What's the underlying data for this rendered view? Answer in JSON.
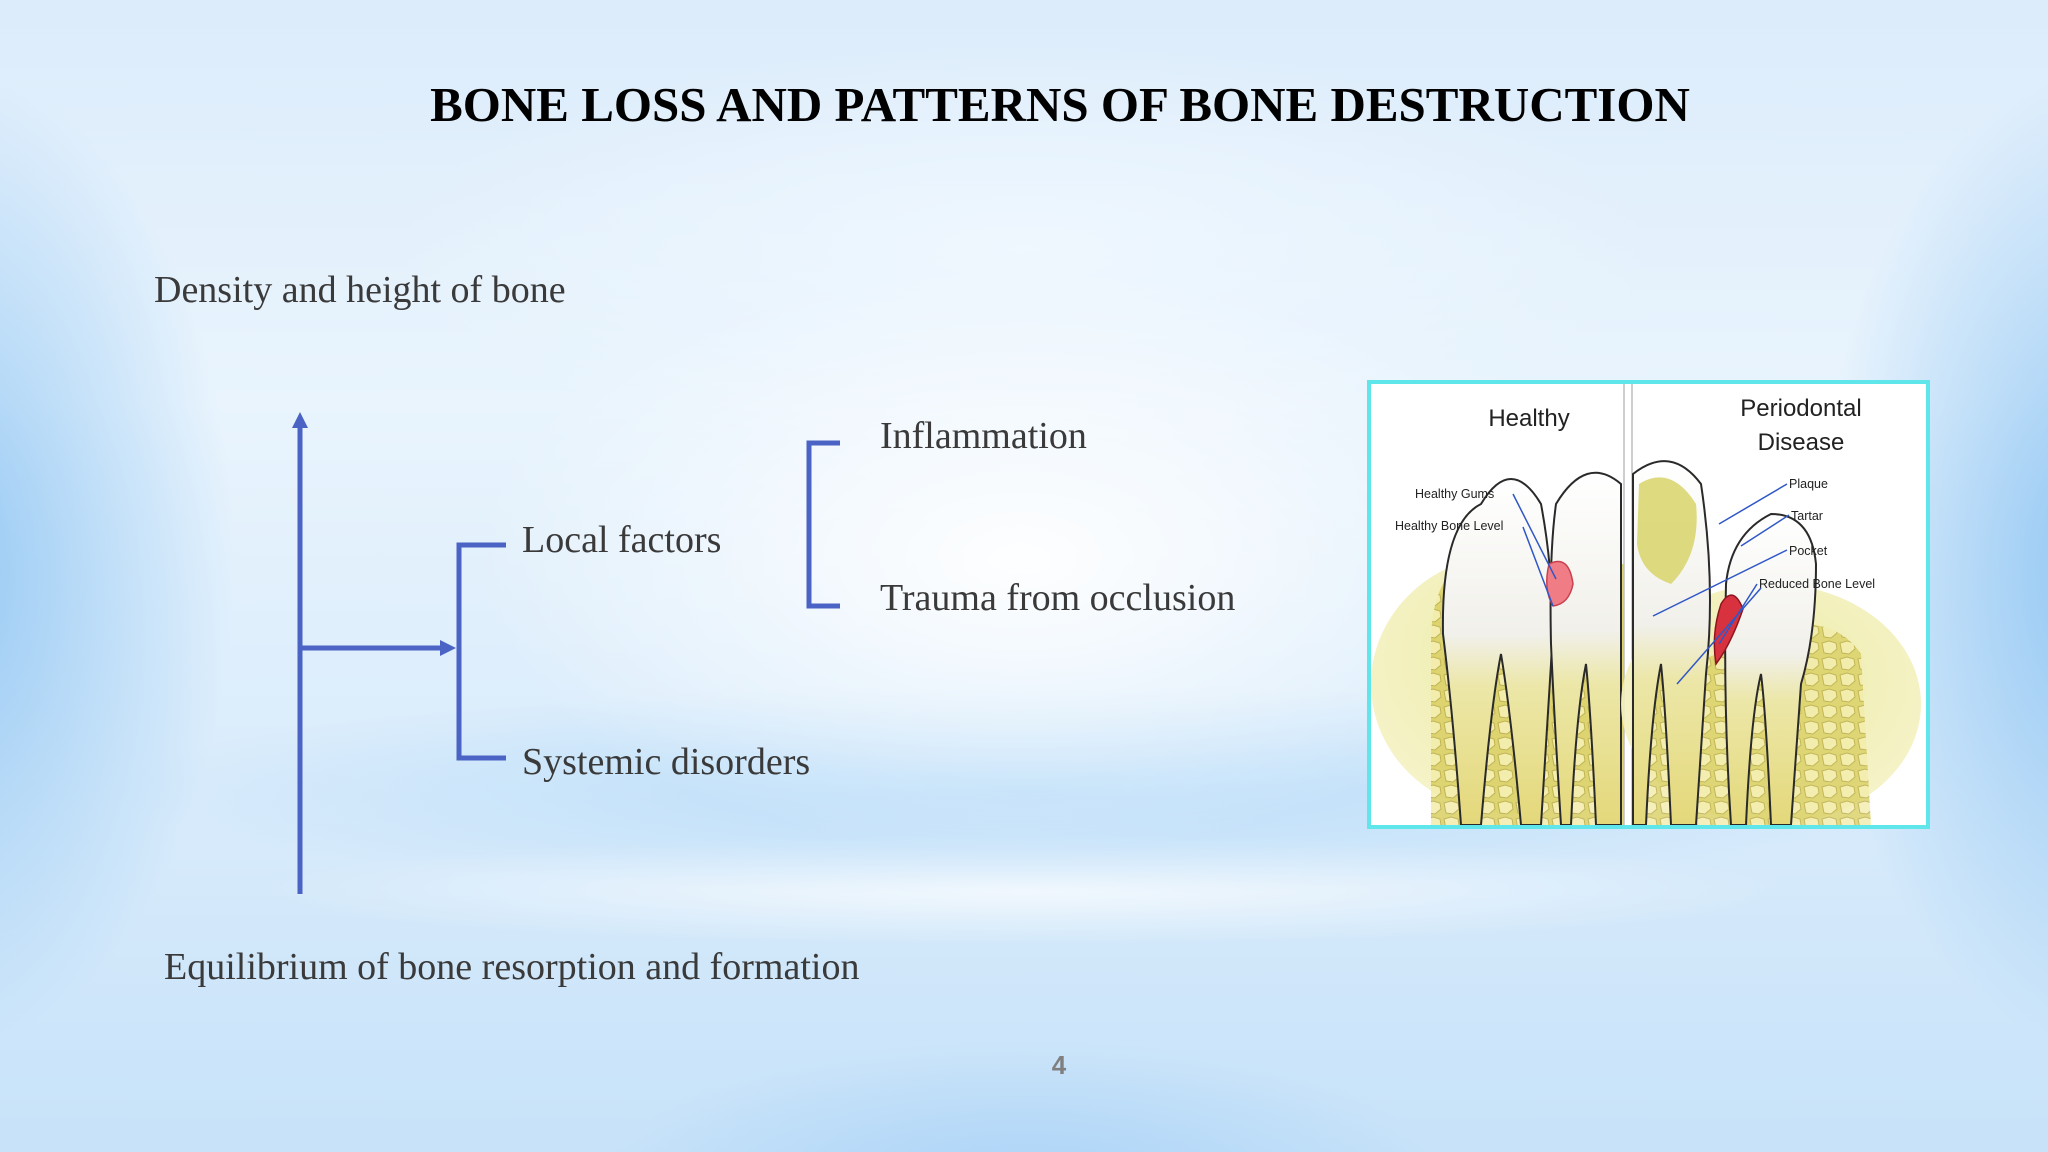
{
  "slide": {
    "title": "BONE LOSS AND PATTERNS OF BONE DESTRUCTION",
    "page_number": "4"
  },
  "diagram": {
    "top_label": "Density and height of bone",
    "bottom_label": "Equilibrium of bone resorption and formation",
    "branches": {
      "local": "Local factors",
      "systemic": "Systemic disorders"
    },
    "local_subfactors": {
      "inflammation": "Inflammation",
      "trauma": "Trauma from occlusion"
    },
    "line_color": "#4a63c4"
  },
  "illustration": {
    "healthy_heading": "Healthy",
    "disease_heading_line1": "Periodontal",
    "disease_heading_line2": "Disease",
    "labels": {
      "healthy_gums": "Healthy Gums",
      "healthy_bone_level": "Healthy Bone Level",
      "plaque": "Plaque",
      "tartar": "Tartar",
      "pocket": "Pocket",
      "reduced_bone_level": "Reduced Bone Level"
    },
    "border_color": "#5ee6ea"
  }
}
